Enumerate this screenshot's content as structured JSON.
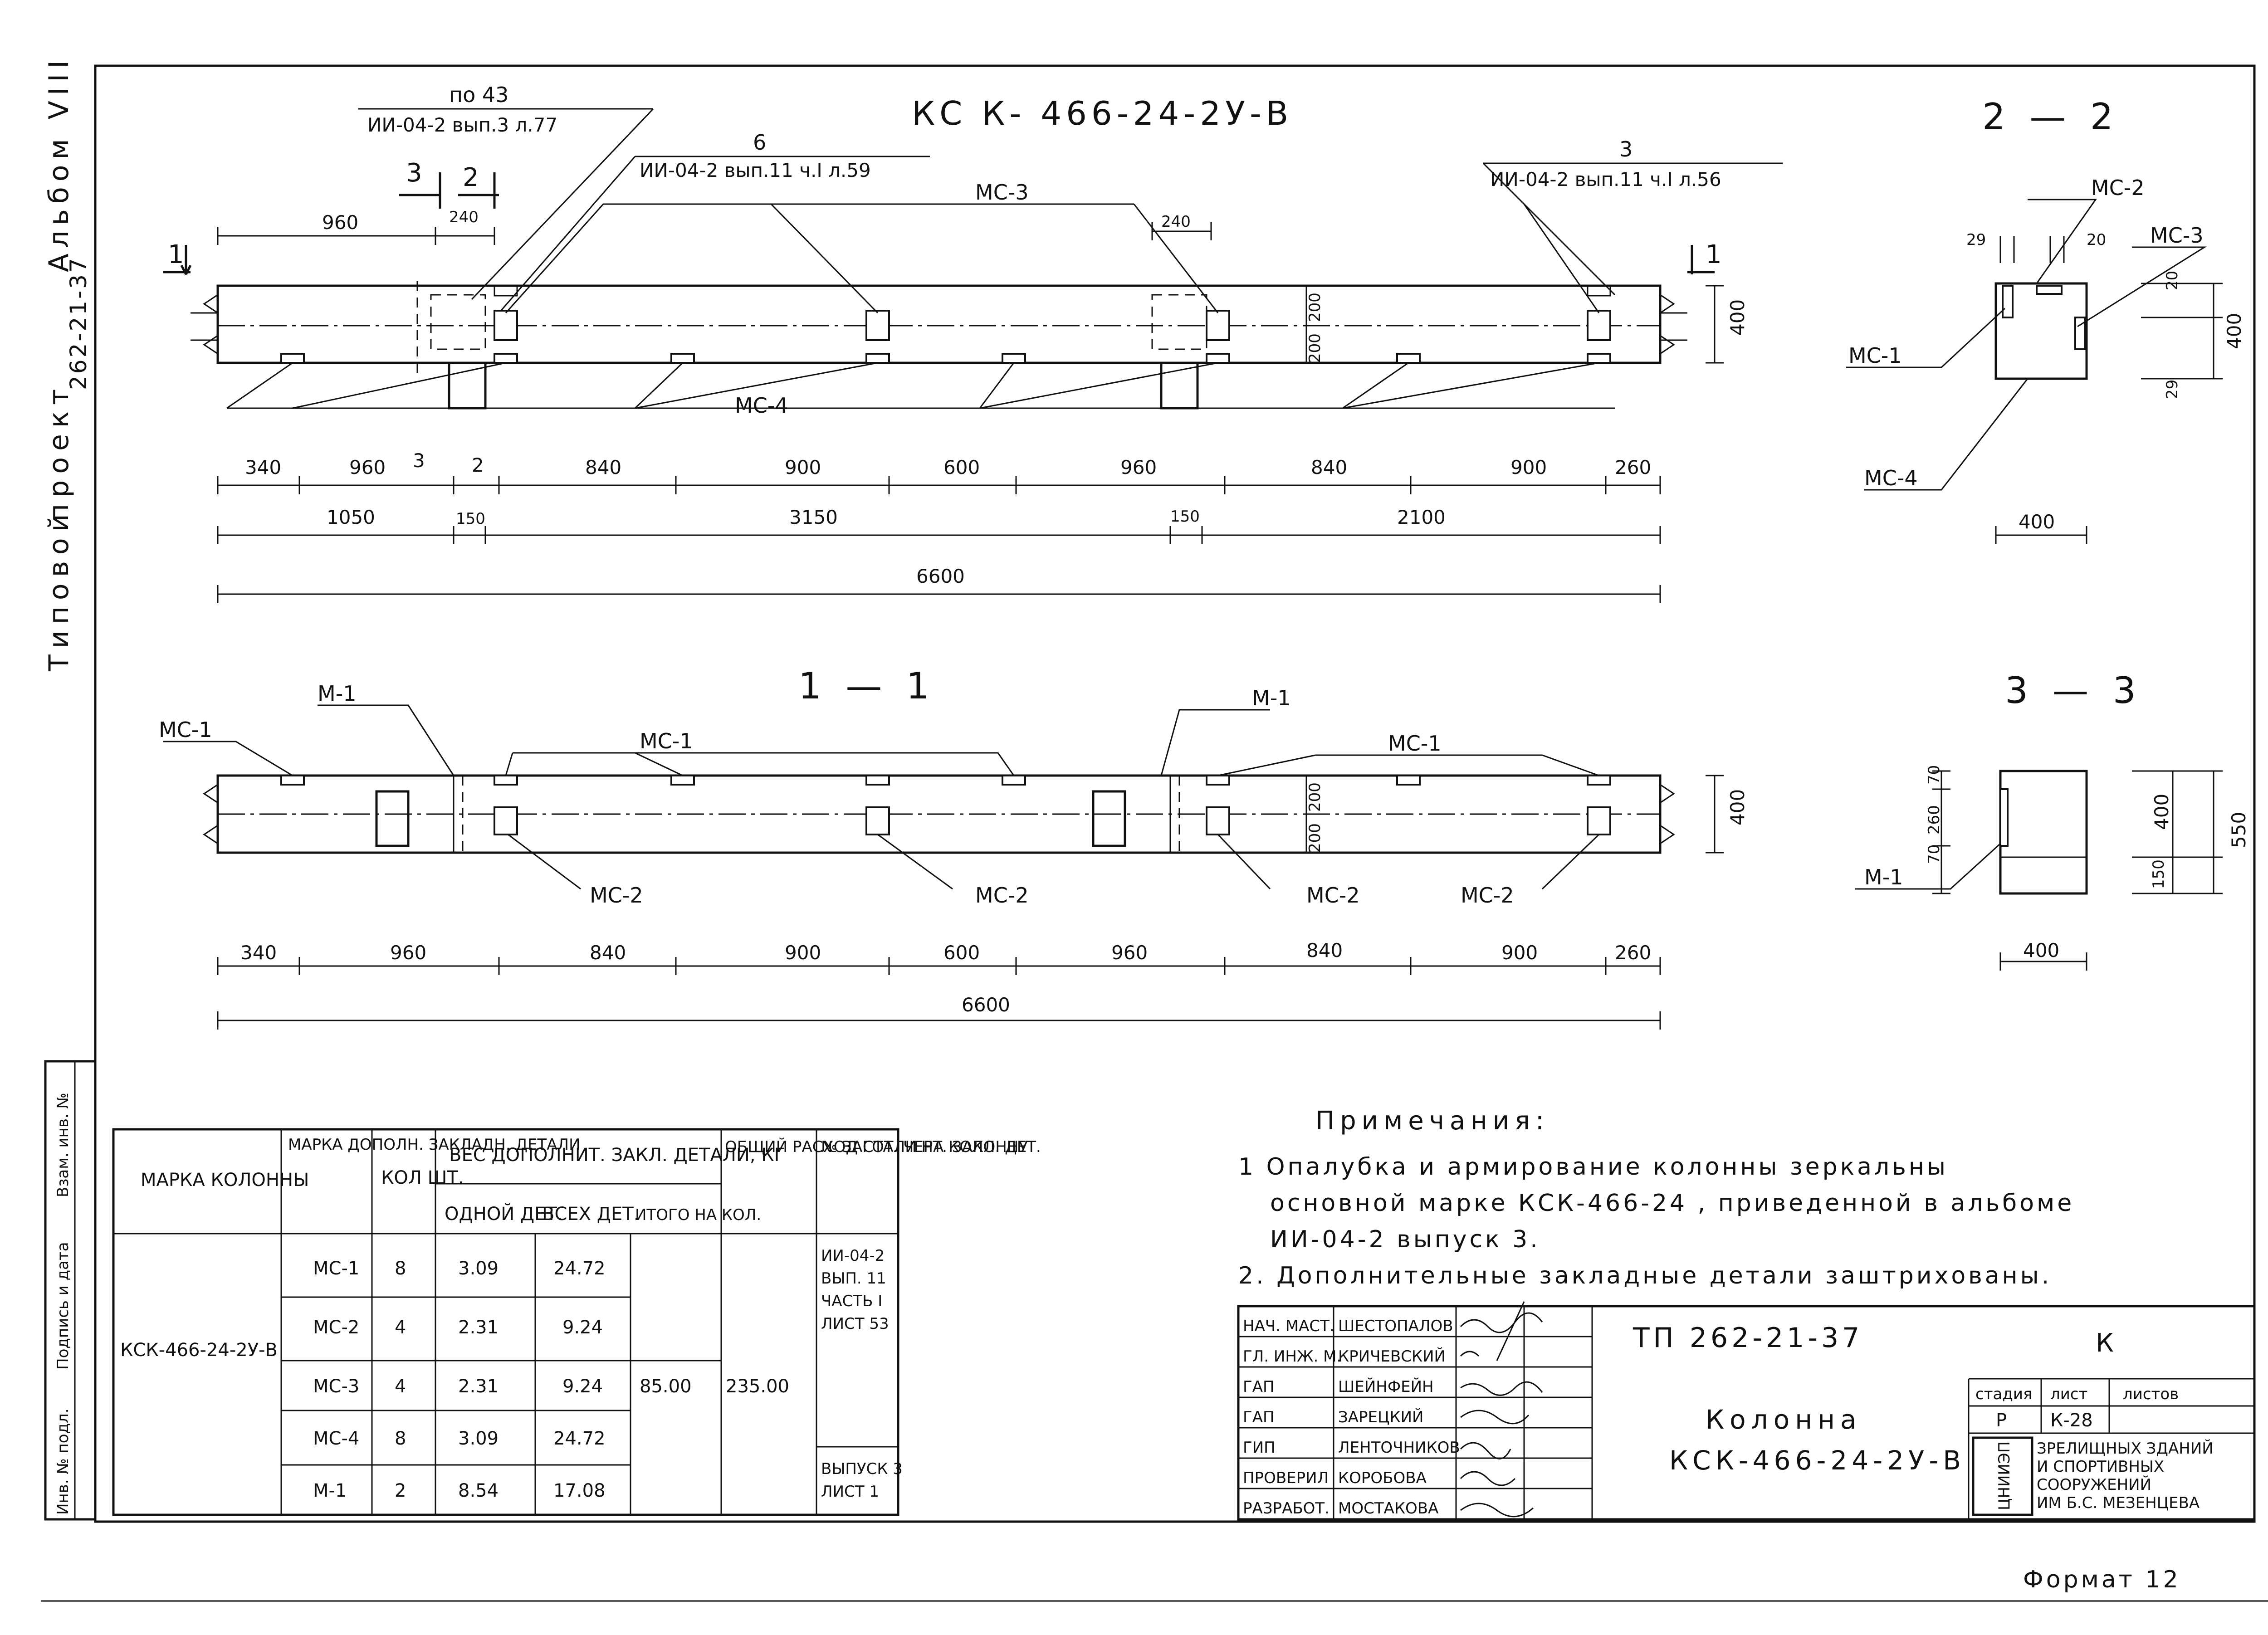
{
  "title": "КС К- 466-24-2У-В",
  "side": {
    "label": "Типовой проект 262-21-37 Альбом VIII",
    "project_line1": "Типовой",
    "project_line2": "проект",
    "project_code": "262-21-37",
    "album": "Альбом VIII"
  },
  "stamp_column": [
    "Инв. № подл.",
    "Подпись и дата",
    "Взам. инв. №"
  ],
  "references": {
    "ref_top_left_num": "по 43",
    "ref_top_left_doc": "ИИ-04-2 вып.3 л.77",
    "ref_mid_num": "6",
    "ref_mid_doc": "ИИ-04-2 вып.11 ч.I л.59",
    "ref_right_num": "3",
    "ref_right_doc": "ИИ-04-2 вып.11 ч.I л.56"
  },
  "elevation_top": {
    "section_marks": [
      "1",
      "2",
      "3",
      "1"
    ],
    "labels": {
      "ms3": "МС-3",
      "ms4": "МС-4"
    },
    "dims_upper": [
      "960",
      "240",
      "240",
      "400",
      "200",
      "200"
    ],
    "dims_row1": [
      "340",
      "960",
      "3",
      "2",
      "840",
      "900",
      "600",
      "960",
      "840",
      "900",
      "260"
    ],
    "dims_row2": [
      "1050",
      "150",
      "3150",
      "150",
      "2100"
    ],
    "dims_total": "6600"
  },
  "section_1_1": {
    "title": "1 — 1",
    "labels": [
      "МС-1",
      "М-1",
      "МС-1",
      "М-1",
      "МС-1",
      "МС-2",
      "МС-2",
      "МС-2",
      "МС-2"
    ],
    "dims_right": [
      "200",
      "200",
      "400"
    ],
    "dims_row": [
      "340",
      "960",
      "840",
      "900",
      "600",
      "960",
      "840",
      "900",
      "260"
    ],
    "dims_total": "6600"
  },
  "section_2_2": {
    "title": "2 — 2",
    "labels": {
      "ms1": "МС-1",
      "ms2": "МС-2",
      "ms3": "МС-3",
      "ms4": "МС-4"
    },
    "dims": {
      "d29a": "29",
      "d20a": "20",
      "d20b": "20",
      "d400v": "400",
      "d29b": "29",
      "d400h": "400"
    }
  },
  "section_3_3": {
    "title": "3 — 3",
    "label": "М-1",
    "dims": {
      "d70a": "70",
      "d260": "260",
      "d70b": "70",
      "d150": "150",
      "d400": "400",
      "d550": "550",
      "d400h": "400"
    }
  },
  "table": {
    "headers": {
      "col1": "МАРКА КОЛОННЫ",
      "col2": "МАРКА ДОПОЛН. ЗАКЛАДН. ДЕТАЛИ",
      "col3": "КОЛ ШТ.",
      "group": "ВЕС ДОПОЛНИТ. ЗАКЛ. ДЕТАЛИ, КГ",
      "col4": "ОДНОЙ ДЕТ.",
      "col5": "ВСЕХ ДЕТ.",
      "col6": "ИТОГО НА КОЛ.",
      "col7": "ОБЩИЙ РАСХОД СТАЛИ НА КОЛОННУ",
      "col8": "№ ЗАГОТ. ЧЕРТ. ЗАКЛ. ДЕТ."
    },
    "mark": "КСК-466-24-2У-В",
    "rows": [
      {
        "detail": "МС-1",
        "qty": "8",
        "one": "3.09",
        "all": "24.72"
      },
      {
        "detail": "МС-2",
        "qty": "4",
        "one": "2.31",
        "all": "9.24"
      },
      {
        "detail": "МС-3",
        "qty": "4",
        "one": "2.31",
        "all": "9.24"
      },
      {
        "detail": "МС-4",
        "qty": "8",
        "one": "3.09",
        "all": "24.72"
      },
      {
        "detail": "М-1",
        "qty": "2",
        "one": "8.54",
        "all": "17.08"
      }
    ],
    "total": "85.00",
    "steel": "235.00",
    "ref_a": [
      "ИИ-04-2",
      "ВЫП. 11",
      "ЧАСТЬ I",
      "ЛИСТ 53"
    ],
    "ref_b": [
      "ВЫПУСК 3",
      "ЛИСТ 1"
    ]
  },
  "notes": {
    "heading": "Примечания:",
    "n1_line1": "1 Опалубка и армирование колонны зеркальны",
    "n1_line2": "основной марке КСК-466-24 , приведенной в альбоме",
    "n1_line3": "ИИ-04-2 выпуск 3.",
    "n2": "2. Дополнительные закладные детали заштрихованы."
  },
  "title_block": {
    "project": "ТП 262-21-37",
    "k": "К",
    "name_line1": "Колонна",
    "name_line2": "КСК-466-24-2У-В",
    "stage_h": "стадия",
    "sheet_h": "лист",
    "sheets_h": "листов",
    "stage": "Р",
    "sheet": "К-28",
    "org": [
      "ЗРЕЛИЩНЫХ ЗДАНИЙ",
      "И СПОРТИВНЫХ",
      "СООРУЖЕНИЙ",
      "ИМ Б.С. МЕЗЕНЦЕВА"
    ],
    "org_logo": "ЦНИИЭП",
    "staff": [
      {
        "role": "НАЧ. МАСТ.",
        "name": "ШЕСТОПАЛОВ"
      },
      {
        "role": "ГЛ. ИНЖ. М.",
        "name": "КРИЧЕВСКИЙ"
      },
      {
        "role": "ГАП",
        "name": "ШЕЙНФЕЙН"
      },
      {
        "role": "ГАП",
        "name": "ЗАРЕЦКИЙ"
      },
      {
        "role": "ГИП",
        "name": "ЛЕНТОЧНИКОВ"
      },
      {
        "role": "ПРОВЕРИЛ",
        "name": "КОРОБОВА"
      },
      {
        "role": "РАЗРАБОТ.",
        "name": "МОСТАКОВА"
      }
    ]
  },
  "format": "Формат 12"
}
